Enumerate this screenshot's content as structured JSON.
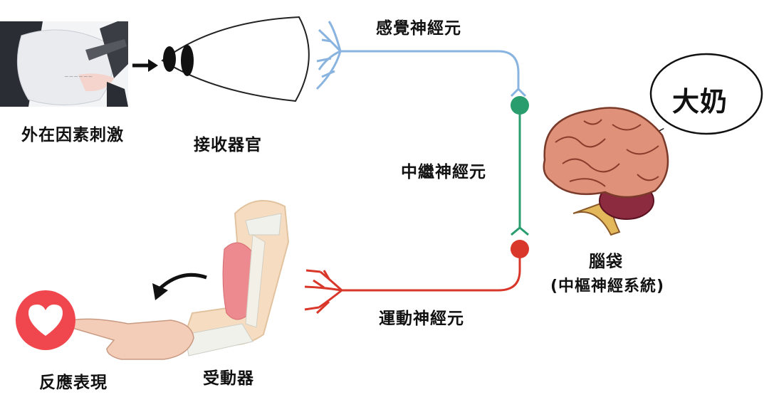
{
  "labels": {
    "external_stimulus": "外在因素刺激",
    "receptor": "接收器官",
    "sensory_neuron": "感覺神經元",
    "interneuron": "中繼神經元",
    "brain": "腦袋",
    "cns": "(中樞神經系統)",
    "motor_neuron": "運動神經元",
    "effector": "受動器",
    "response": "反應表現",
    "speech_bubble": "大奶"
  },
  "colors": {
    "sensory": "#8ab4e0",
    "inter": "#2a9d6e",
    "motor": "#d9372a",
    "like_heart": "#f0474f"
  },
  "icons": [
    "arrow-right-icon",
    "curved-arrow-icon",
    "heart-icon",
    "brain-icon",
    "eye-icon"
  ]
}
